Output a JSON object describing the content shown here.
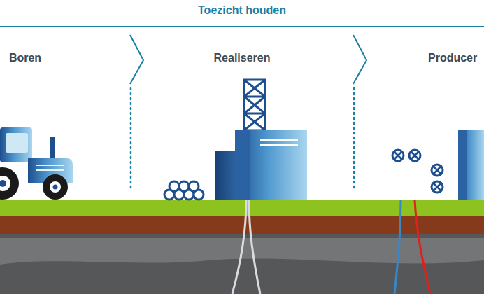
{
  "diagram": {
    "title": "Toezicht houden",
    "labels": [
      "Boren",
      "Realiseren",
      "Producer"
    ]
  }
}
